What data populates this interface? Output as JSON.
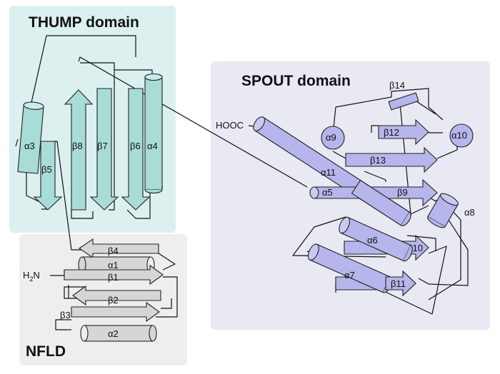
{
  "domains": {
    "thump": {
      "title": "THUMP domain",
      "color": "#dcf0f0",
      "element_color": "#a8dcd6"
    },
    "spout": {
      "title": "SPOUT domain",
      "color": "#e9e9f4",
      "element_color": "#b6b6ec"
    },
    "nfld": {
      "title": "NFLD",
      "color": "#eeeeee",
      "element_color": "#d6d6d6"
    }
  },
  "termini": {
    "c_terminus": "HOOC",
    "n_terminus_main": "H",
    "n_terminus_sub": "2",
    "n_terminus_end": "N"
  },
  "elements": {
    "a1": "α1",
    "a2": "α2",
    "a3": "α3",
    "a4": "α4",
    "a5": "α5",
    "a6": "α6",
    "a7": "α7",
    "a8": "α8",
    "a9": "α9",
    "a10": "α10",
    "a11": "α11",
    "b1": "β1",
    "b2": "β2",
    "b3": "β3",
    "b4": "β4",
    "b5": "β5",
    "b6": "β6",
    "b7": "β7",
    "b8": "β8",
    "b9": "β9",
    "b10": "β10",
    "b11": "β11",
    "b12": "β12",
    "b13": "β13",
    "b14": "β14"
  }
}
